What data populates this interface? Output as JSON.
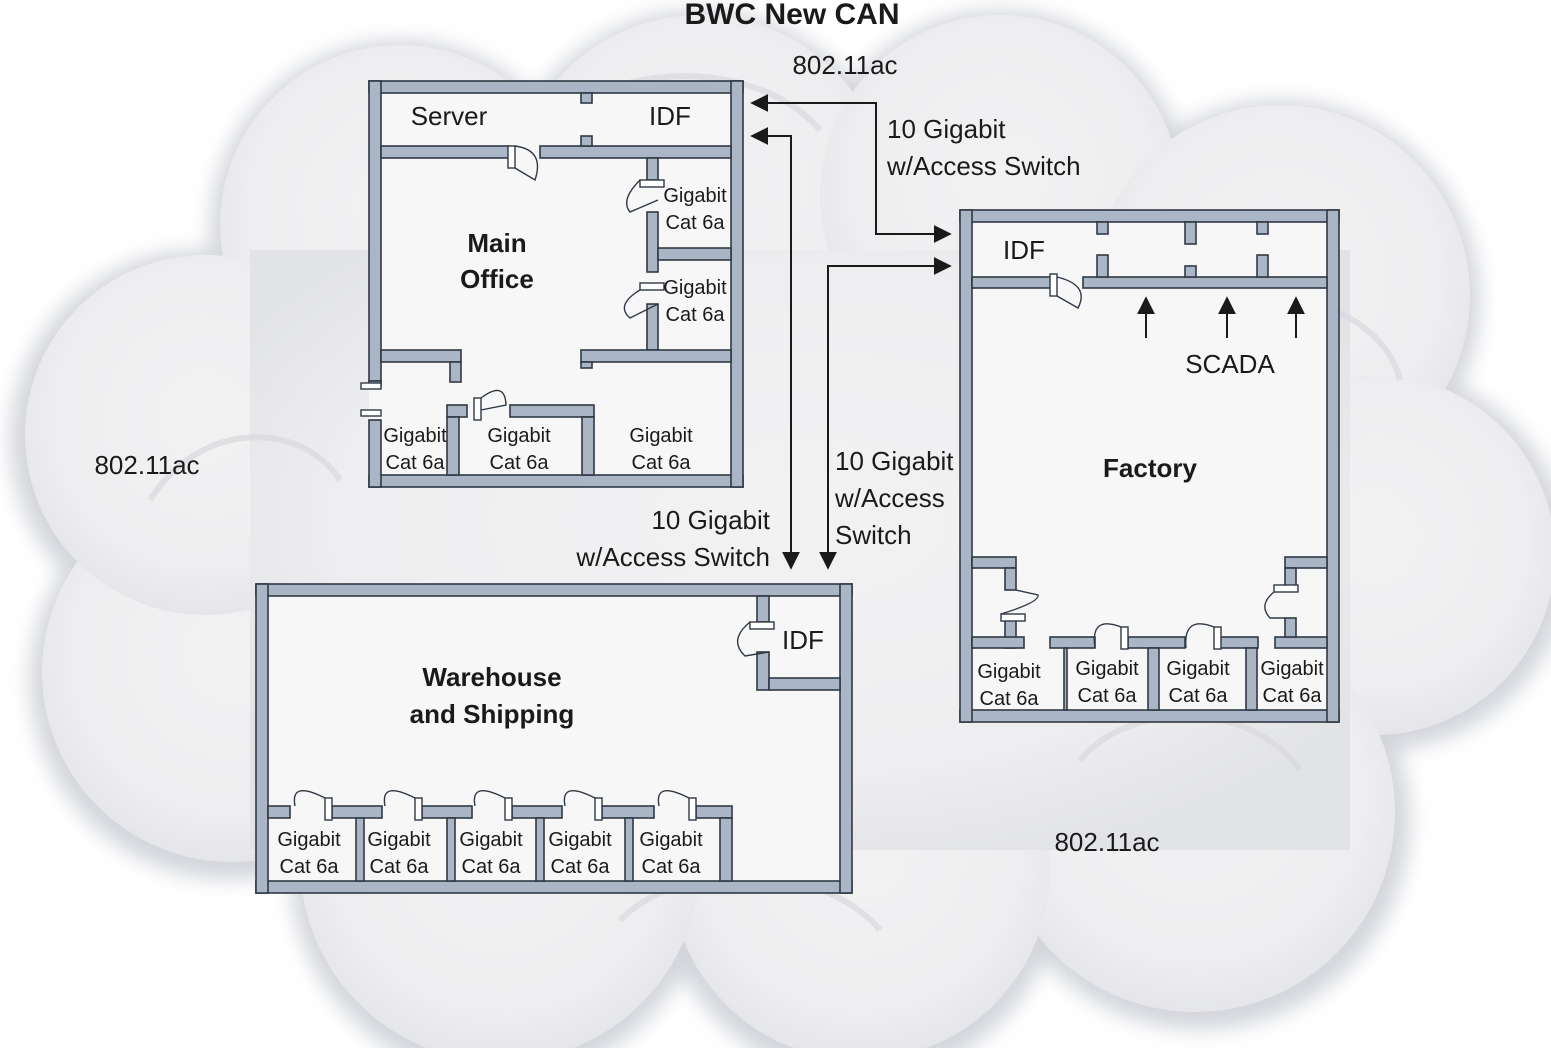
{
  "title": "BWC New CAN",
  "wireless_labels": [
    "802.11ac",
    "802.11ac",
    "802.11ac"
  ],
  "links": {
    "main_factory": [
      "10 Gigabit",
      "w/Access Switch"
    ],
    "main_warehouse": [
      "10 Gigabit",
      "w/Access Switch"
    ],
    "factory_warehouse": [
      "10 Gigabit",
      "w/Access",
      "Switch"
    ]
  },
  "main_office": {
    "name": [
      "Main",
      "Office"
    ],
    "server_label": "Server",
    "idf_label": "IDF",
    "room_lines": [
      "Gigabit",
      "Cat 6a"
    ]
  },
  "factory": {
    "name": "Factory",
    "idf_label": "IDF",
    "scada_label": "SCADA",
    "room_lines": [
      "Gigabit",
      "Cat 6a"
    ]
  },
  "warehouse": {
    "name": [
      "Warehouse",
      "and Shipping"
    ],
    "idf_label": "IDF",
    "room_lines": [
      "Gigabit",
      "Cat 6a"
    ]
  }
}
